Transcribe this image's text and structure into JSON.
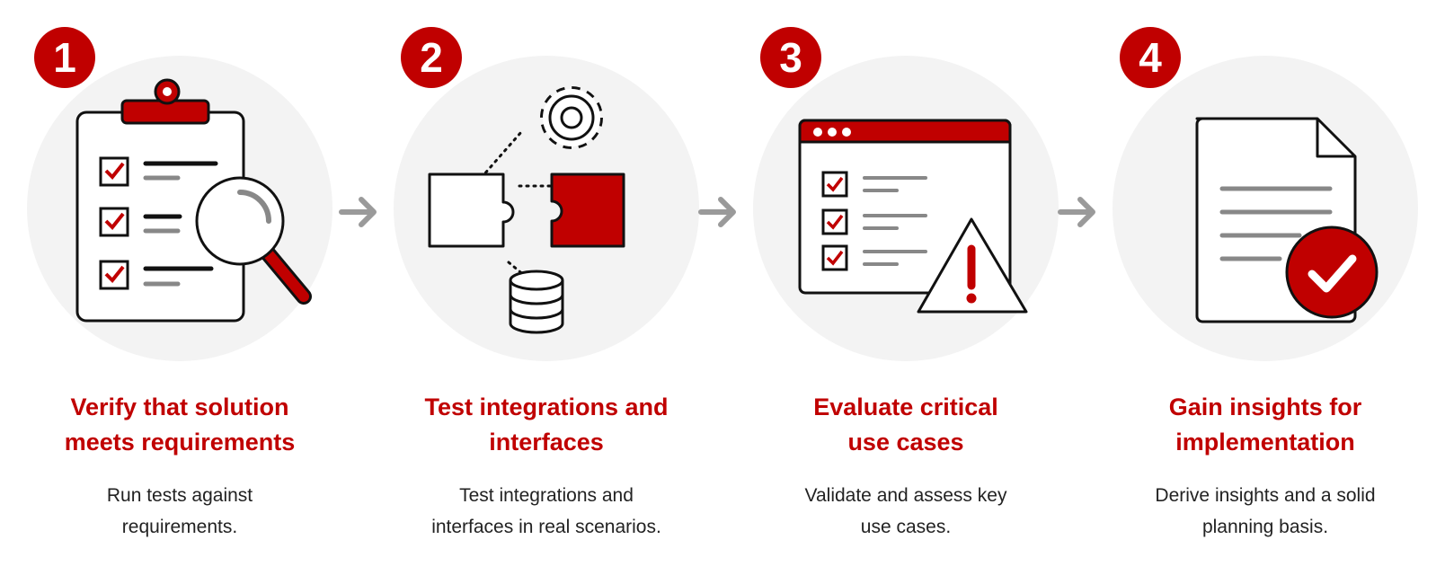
{
  "colors": {
    "accent": "#c00000",
    "circle": "#f3f3f3",
    "arrow": "#9a9a9a",
    "text": "#222222"
  },
  "steps": [
    {
      "number": "1",
      "icon": "clipboard-magnifier-icon",
      "title": [
        "Verify that solution",
        "meets requirements"
      ],
      "description": [
        "Run tests against",
        "requirements."
      ]
    },
    {
      "number": "2",
      "icon": "puzzle-integration-icon",
      "title": [
        "Test integrations and",
        "interfaces"
      ],
      "description": [
        "Test integrations and",
        "interfaces in real scenarios."
      ]
    },
    {
      "number": "3",
      "icon": "browser-warning-icon",
      "title": [
        "Evaluate critical",
        "use cases"
      ],
      "description": [
        "Validate and assess key",
        "use cases."
      ]
    },
    {
      "number": "4",
      "icon": "document-check-icon",
      "title": [
        "Gain insights for",
        "implementation"
      ],
      "description": [
        "Derive insights and a solid",
        "planning basis."
      ]
    }
  ],
  "arrows": [
    "arrow-right-icon",
    "arrow-right-icon",
    "arrow-right-icon"
  ]
}
